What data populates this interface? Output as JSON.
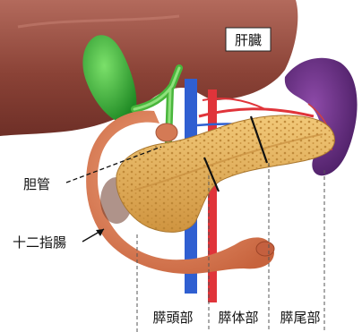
{
  "labels": {
    "liver": "肝臓",
    "bile_duct": "胆管",
    "duodenum": "十二指腸",
    "pancreas_head": "膵頭部",
    "pancreas_body": "膵体部",
    "pancreas_tail": "膵尾部"
  },
  "colors": {
    "liver": "#8f4a3e",
    "gallbladder": "#3fb23a",
    "pancreas": "#e6b25a",
    "duodenum": "#e58a5e",
    "spleen": "#6a2f86",
    "vein": "#2f5fd1",
    "artery": "#e0343a"
  }
}
